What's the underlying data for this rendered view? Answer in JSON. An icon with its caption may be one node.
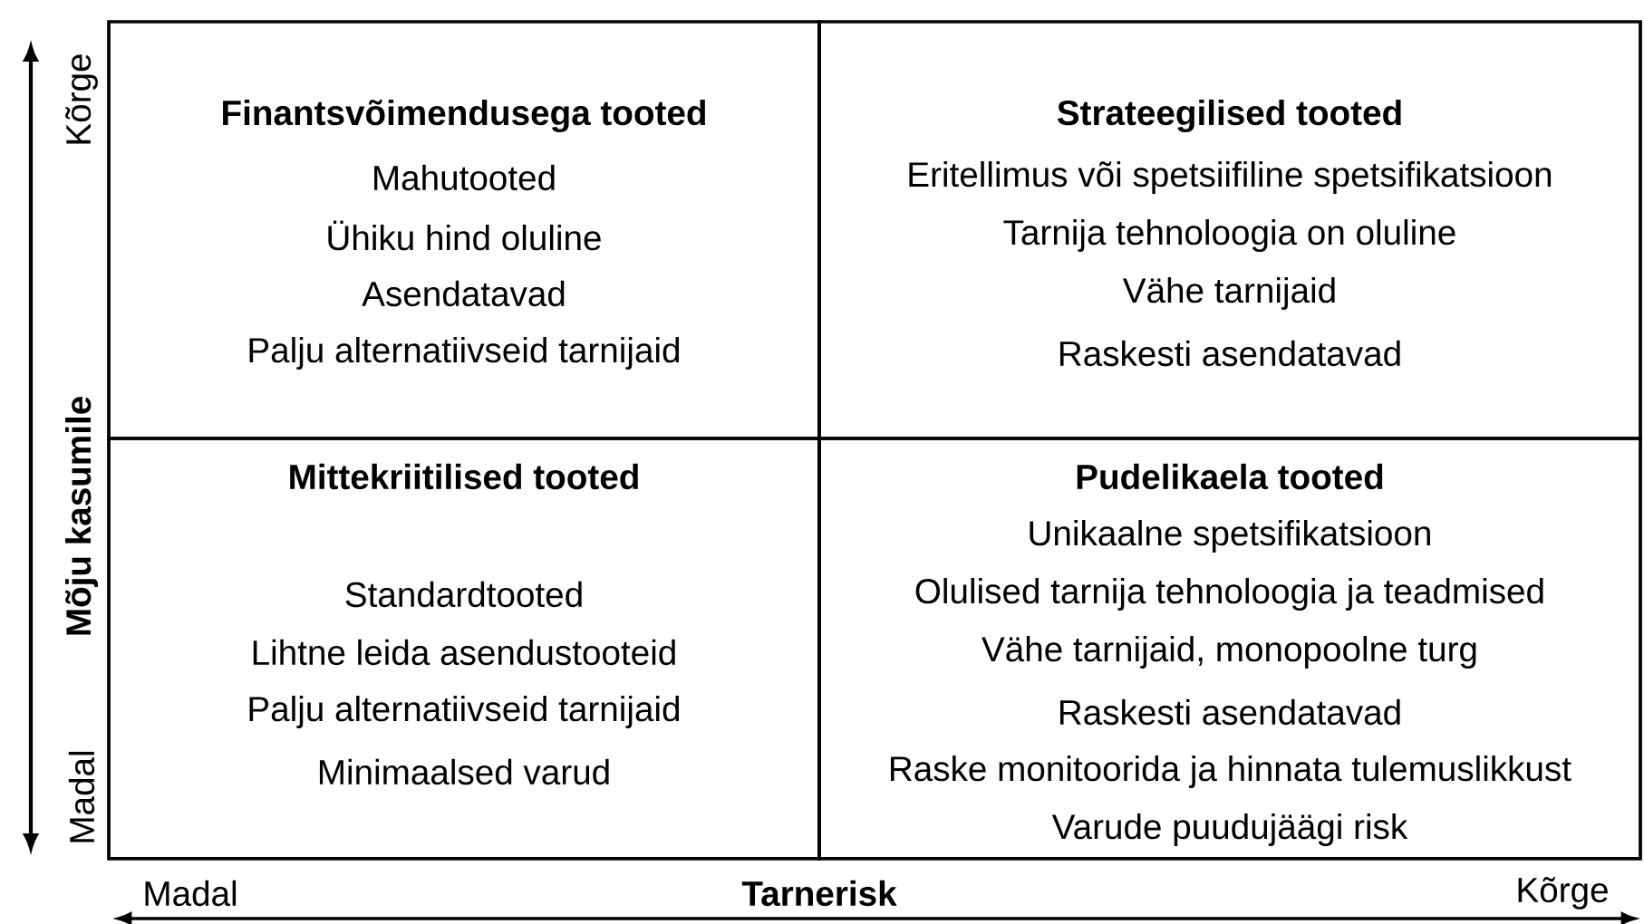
{
  "diagram": {
    "nodes": [
      {
        "text": [
          "Finantsvõimendusega tooted",
          "Mahutooted",
          "Ühiku hind oluline",
          "Asendatavad",
          "Palju alternatiivseid tarnijaid"
        ]
      },
      {
        "text": [
          "Strateegilised tooted",
          "Eritellimus või spetsiifiline spetsifikatsioon",
          "Tarnija tehnoloogia on oluline",
          "Vähe tarnijaid",
          "Raskesti asendatavad"
        ]
      },
      {
        "text": [
          "Mittekriitilised tooted",
          "Standardtooted",
          "Lihtne leida asendustooteid",
          "Palju alternatiivseid tarnijaid",
          "Minimaalsed varud"
        ]
      },
      {
        "text": [
          "Pudelikaela tooted",
          "Unikaalne spetsifikatsioon",
          "Olulised tarnija tehnoloogia ja teadmised",
          "Vähe tarnijaid, monopoolne turg",
          "Raskesti asendatavad",
          "Raske monitoorida ja hinnata tulemuslikkust",
          "Varude puudujäägi risk"
        ]
      }
    ],
    "labels": [
      "Kõrge",
      "Mõju kasumile",
      "Madal",
      "Madal",
      "Tarnerisk",
      "Kõrge"
    ]
  }
}
